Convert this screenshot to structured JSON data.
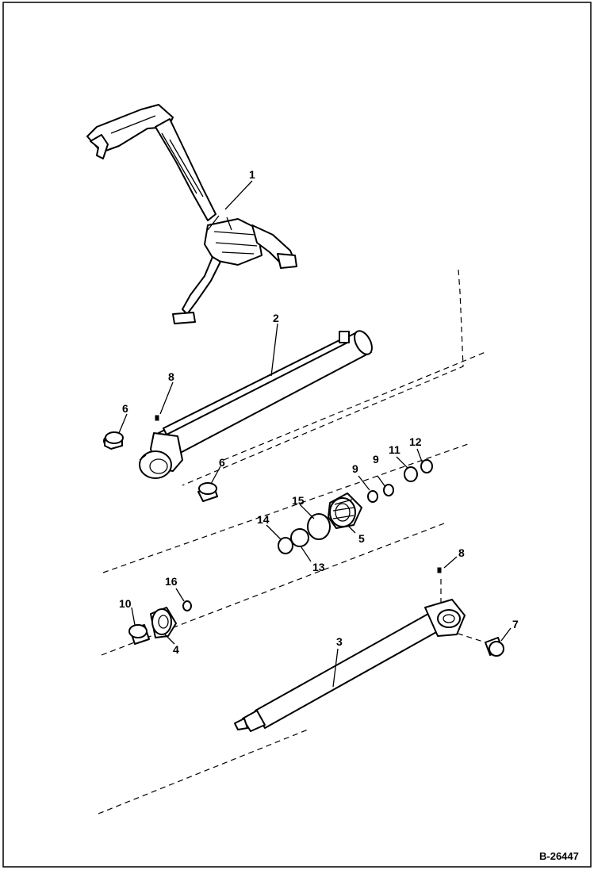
{
  "figure_id": "B-26447",
  "callouts": {
    "c1": "1",
    "c2": "2",
    "c3": "3",
    "c4": "4",
    "c5": "5",
    "c6a": "6",
    "c6b": "6",
    "c7": "7",
    "c8a": "8",
    "c8b": "8",
    "c9a": "9",
    "c9b": "9",
    "c10": "10",
    "c11": "11",
    "c12": "12",
    "c13": "13",
    "c14": "14",
    "c15": "15",
    "c16": "16"
  }
}
